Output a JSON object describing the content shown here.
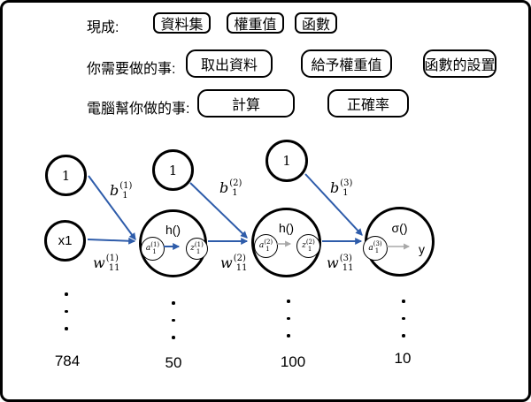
{
  "colors": {
    "arrow_blue": "#2e5caa",
    "arrow_gray": "#a8a8a8",
    "ink": "#000000"
  },
  "rows": [
    {
      "label": "現成:",
      "boxes": [
        {
          "text": "資料集"
        },
        {
          "text": "權重值"
        },
        {
          "text": "函數"
        }
      ]
    },
    {
      "label": "你需要做的事:",
      "boxes": [
        {
          "text": "取出資料"
        },
        {
          "text": "給予權重值"
        },
        {
          "text": "函數的設置"
        }
      ]
    },
    {
      "label": "電腦幫你做的事:",
      "boxes": [
        {
          "text": "計算"
        },
        {
          "text": "正確率"
        }
      ]
    }
  ],
  "network": {
    "bias_nodes": [
      "1",
      "1",
      "1"
    ],
    "input_node": "x1",
    "output_label": "y",
    "activation_labels": [
      "h()",
      "h()",
      "σ()"
    ],
    "bias_weight_labels": [
      {
        "base": "b",
        "sup": "(1)",
        "sub": "1"
      },
      {
        "base": "b",
        "sup": "(2)",
        "sub": "1"
      },
      {
        "base": "b",
        "sup": "(3)",
        "sub": "1"
      }
    ],
    "weight_labels": [
      {
        "base": "w",
        "sup": "(1)",
        "sub": "11"
      },
      {
        "base": "w",
        "sup": "(2)",
        "sub": "11"
      },
      {
        "base": "w",
        "sup": "(3)",
        "sub": "11"
      }
    ],
    "node_labels": [
      {
        "base": "a",
        "sup": "(1)",
        "sub": "1"
      },
      {
        "base": "z",
        "sup": "(1)",
        "sub": "1"
      },
      {
        "base": "a",
        "sup": "(2)",
        "sub": "1"
      },
      {
        "base": "z",
        "sup": "(2)",
        "sub": "1"
      },
      {
        "base": "a",
        "sup": "(3)",
        "sub": "1"
      }
    ],
    "layer_sizes": [
      "784",
      "50",
      "100",
      "10"
    ]
  }
}
